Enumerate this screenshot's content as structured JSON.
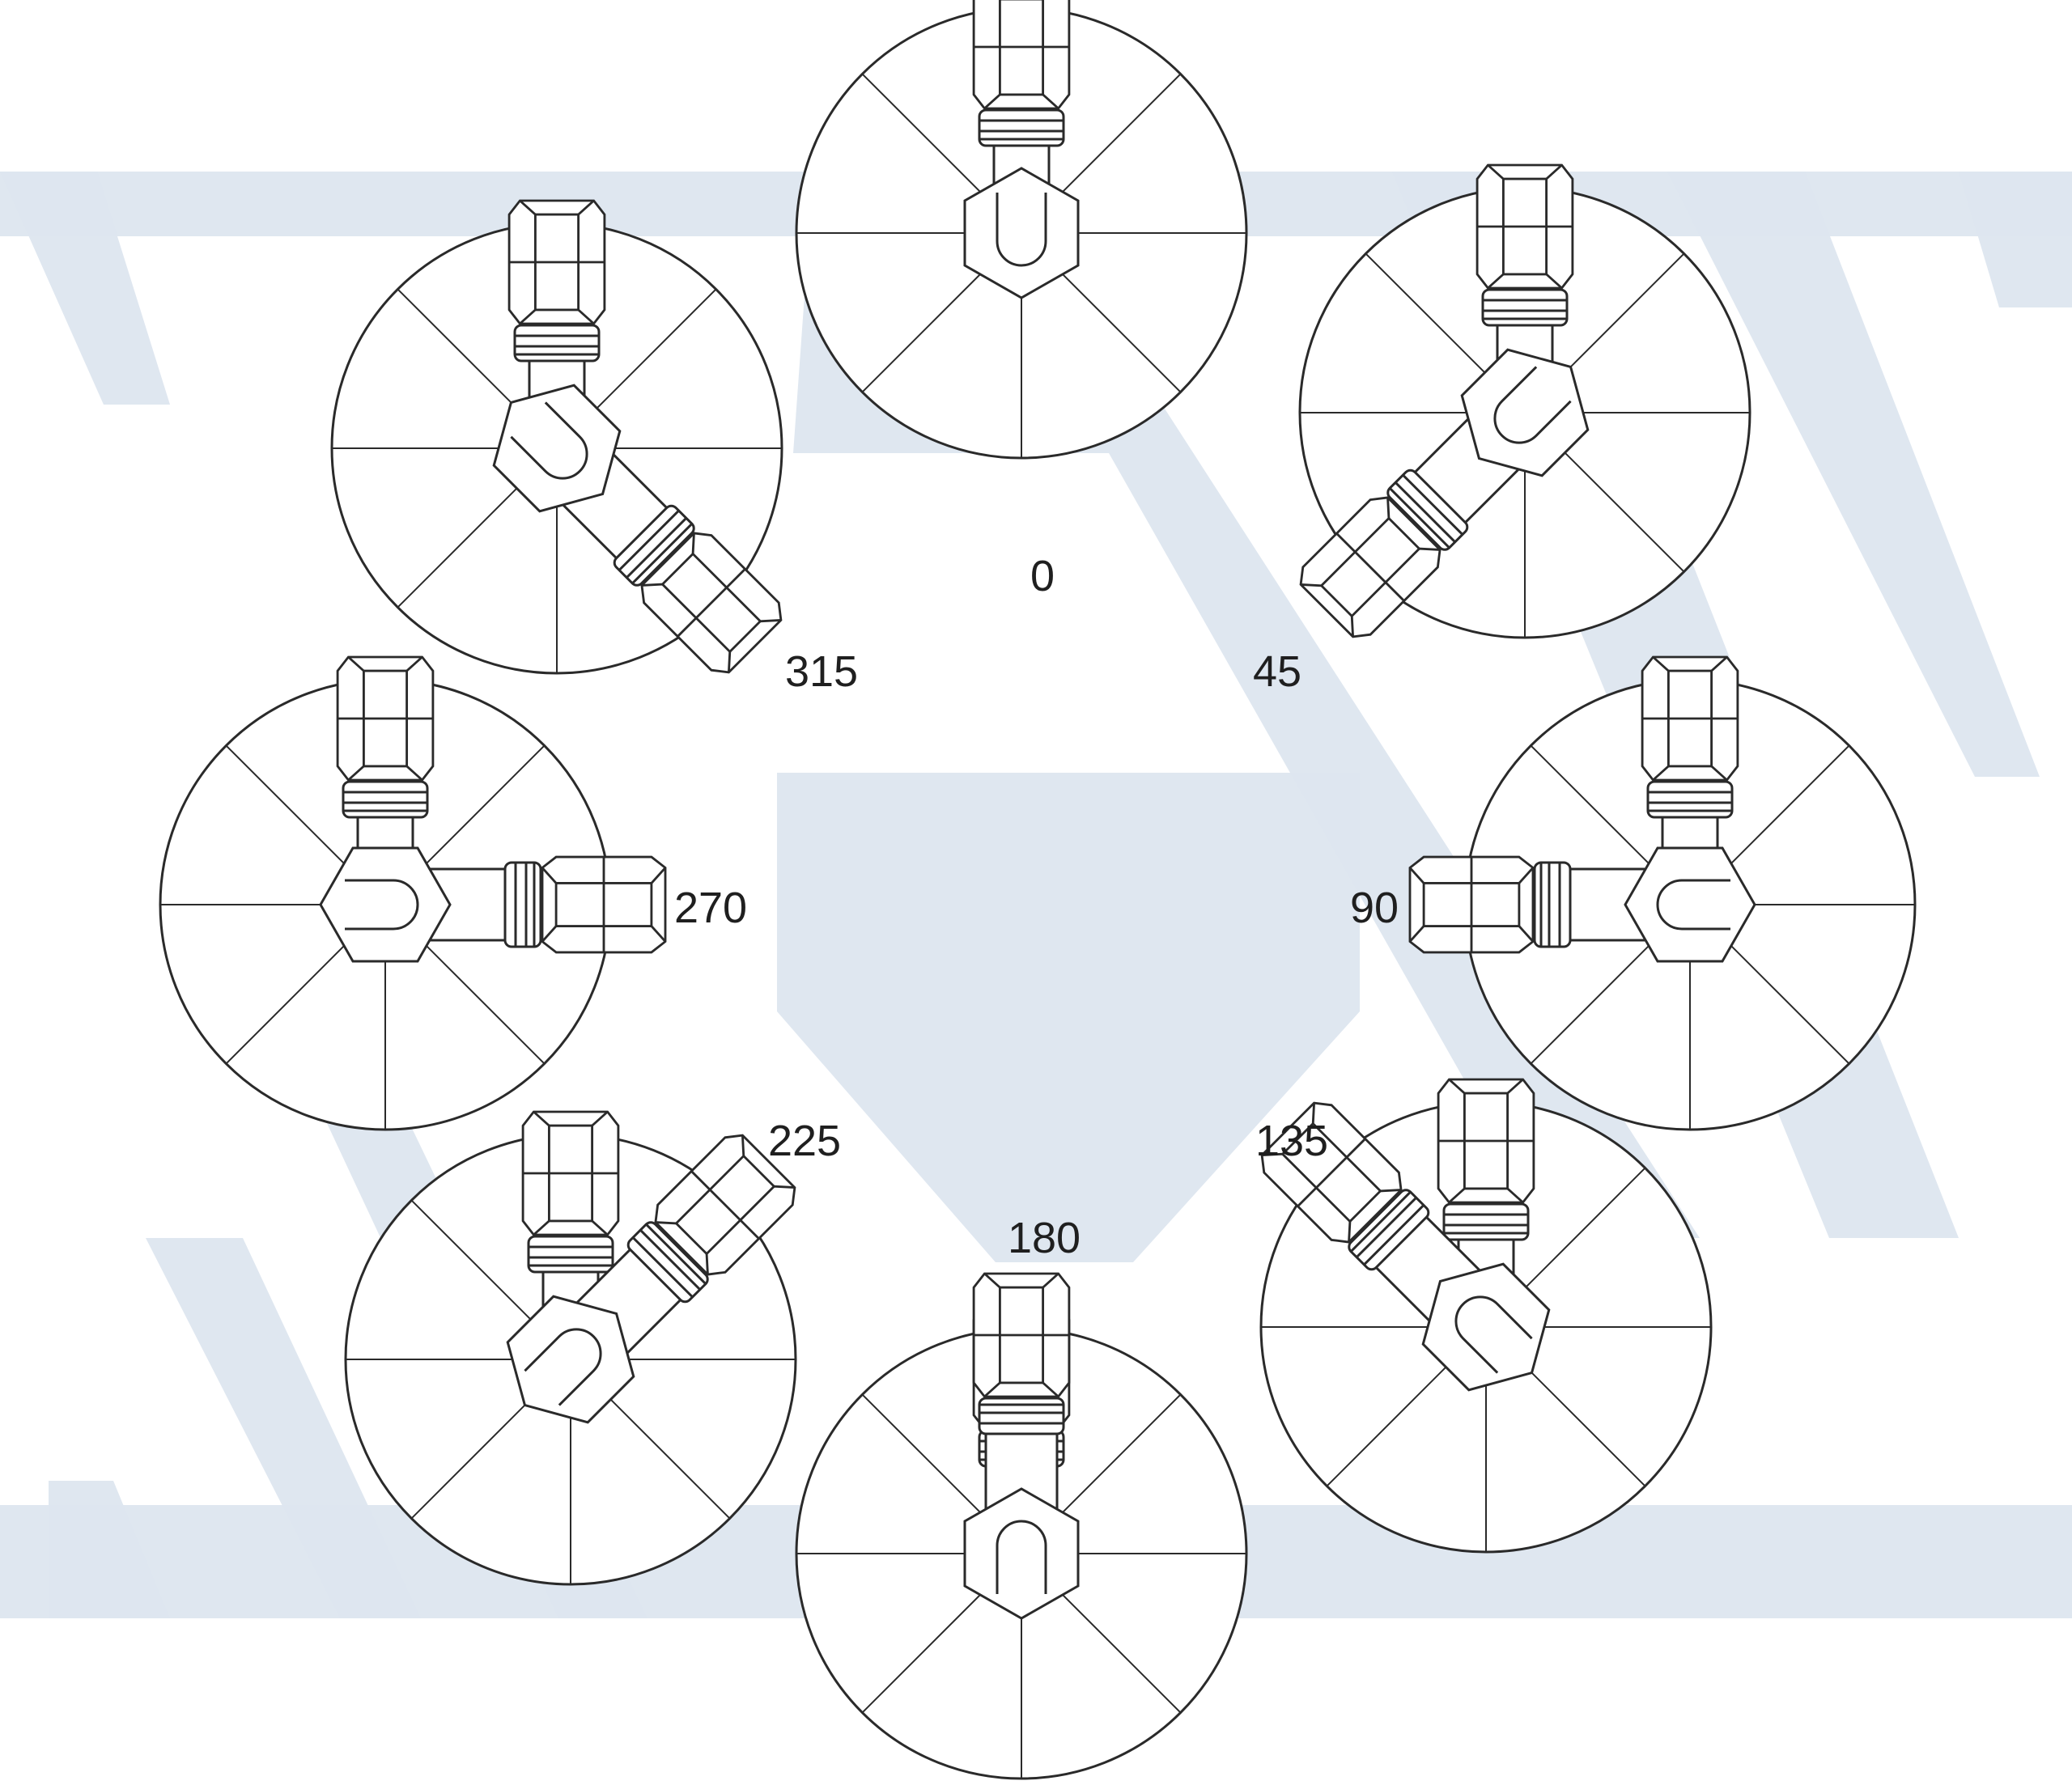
{
  "colors": {
    "watermark": "#dde6ef",
    "line": "#2a2a2a",
    "fill": "#ffffff",
    "text": "#1f1f1f"
  },
  "watermark_icon": "stylized-w-watermark-icon",
  "fitting_icon": "swivel-elbow-fitting-icon",
  "positions": [
    {
      "label": "0",
      "angle_deg": 0
    },
    {
      "label": "45",
      "angle_deg": 45
    },
    {
      "label": "90",
      "angle_deg": 90
    },
    {
      "label": "135",
      "angle_deg": 135
    },
    {
      "label": "180",
      "angle_deg": 180
    },
    {
      "label": "225",
      "angle_deg": 225
    },
    {
      "label": "270",
      "angle_deg": 270
    },
    {
      "label": "315",
      "angle_deg": 315
    }
  ]
}
